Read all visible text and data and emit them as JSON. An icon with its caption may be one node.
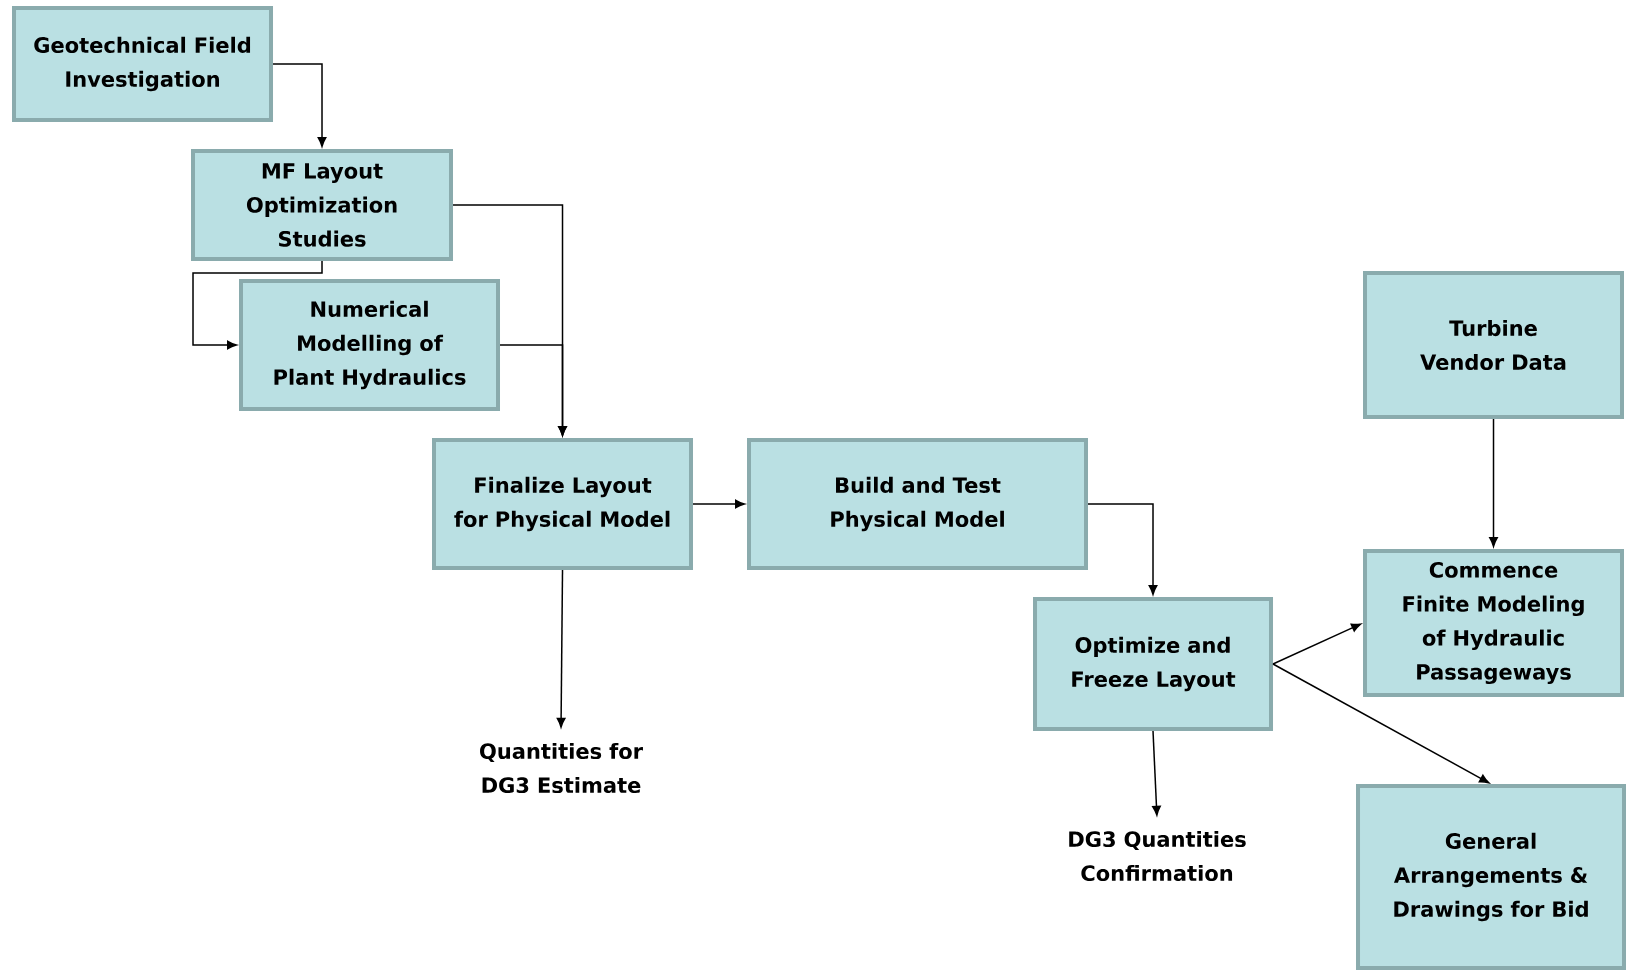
{
  "diagram": {
    "nodes": [
      {
        "text": [
          "Geotechnical Field Investigation"
        ]
      },
      {
        "text": [
          "MF Layout Optimization Studies"
        ]
      },
      {
        "text": [
          "Numerical Modelling of Plant Hydraulics"
        ]
      },
      {
        "text": [
          "Finalize Layout for Physical Model"
        ]
      },
      {
        "text": [
          "Build and Test Physical Model"
        ]
      },
      {
        "text": [
          "Quantities for DG3 Estimate"
        ]
      },
      {
        "text": [
          "Turbine Vendor Data"
        ]
      },
      {
        "text": [
          "Optimize and Freeze Layout"
        ]
      },
      {
        "text": [
          "DG3 Quantities Confirmation"
        ]
      },
      {
        "text": [
          "Commence Finite Modeling of Hydraulic Passageways"
        ]
      },
      {
        "text": [
          "General Arrangements & Drawings for Bid"
        ]
      }
    ],
    "edges": [
      {
        "from": 0,
        "to": 1,
        "arrow": "to"
      },
      {
        "from": 1,
        "to": 2,
        "arrow": "to"
      },
      {
        "from": 1,
        "to": 3,
        "arrow": "to"
      },
      {
        "from": 2,
        "to": 3,
        "arrow": "to"
      },
      {
        "from": 3,
        "to": 4,
        "arrow": "to"
      },
      {
        "from": 3,
        "to": 5,
        "arrow": "to"
      },
      {
        "from": 4,
        "to": 7,
        "arrow": "to"
      },
      {
        "from": 6,
        "to": 9,
        "arrow": "to"
      },
      {
        "from": 7,
        "to": 9,
        "arrow": "to"
      },
      {
        "from": 7,
        "to": 10,
        "arrow": "to"
      },
      {
        "from": 7,
        "to": 8,
        "arrow": "to"
      }
    ]
  }
}
